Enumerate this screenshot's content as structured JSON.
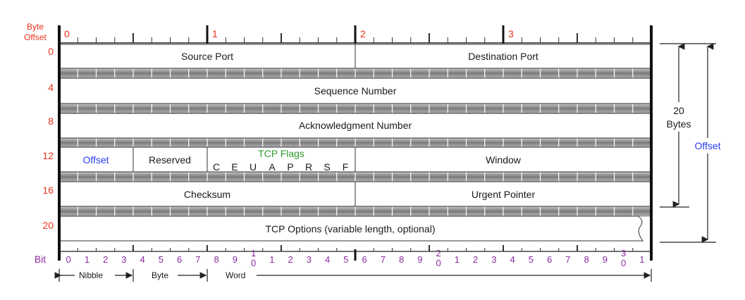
{
  "header": {
    "byte_offset_label_1": "Byte",
    "byte_offset_label_2": "Offset",
    "byte_markers": [
      "0",
      "1",
      "2",
      "3"
    ]
  },
  "row_offsets": [
    "0",
    "4",
    "8",
    "12",
    "16",
    "20"
  ],
  "fields": {
    "source_port": "Source Port",
    "destination_port": "Destination Port",
    "sequence_number": "Sequence Number",
    "acknowledgment_number": "Acknowledgment Number",
    "offset": "Offset",
    "reserved": "Reserved",
    "tcp_flags_title": "TCP Flags",
    "tcp_flags": [
      "C",
      "E",
      "U",
      "A",
      "P",
      "R",
      "S",
      "F"
    ],
    "window": "Window",
    "checksum": "Checksum",
    "urgent_pointer": "Urgent Pointer",
    "tcp_options": "TCP Options (variable length, optional)"
  },
  "right_annotations": {
    "header_size_value": "20",
    "header_size_unit": "Bytes",
    "offset_label": "Offset"
  },
  "bit_scale": {
    "label": "Bit",
    "bits": [
      "0",
      "1",
      "2",
      "3",
      "4",
      "5",
      "6",
      "7",
      "8",
      "9",
      "1|0",
      "1",
      "2",
      "3",
      "4",
      "5",
      "6",
      "7",
      "8",
      "9",
      "2|0",
      "1",
      "2",
      "3",
      "4",
      "5",
      "6",
      "7",
      "8",
      "9",
      "3|0",
      "1"
    ]
  },
  "units": {
    "nibble": "Nibble",
    "byte": "Byte",
    "word": "Word"
  },
  "colors": {
    "offset_red": "#e8321e",
    "bit_purple": "#8a2b9f",
    "offset_blue": "#2a3cf0",
    "flags_green": "#2e9a2e",
    "field_text": "#1a1a1a",
    "divider_gray": "#8c8c8c"
  }
}
